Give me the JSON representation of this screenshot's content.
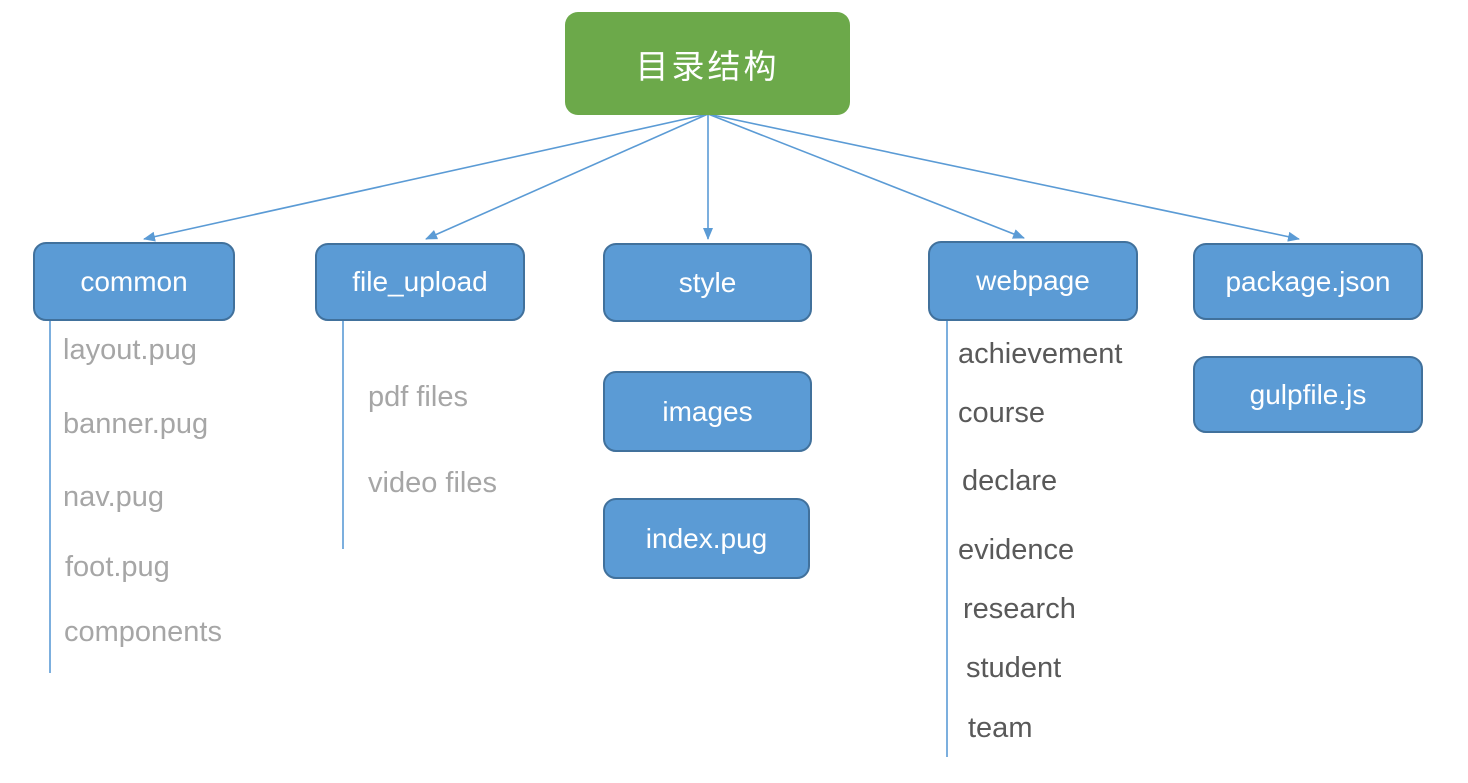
{
  "root": {
    "label": "目录结构"
  },
  "nodes": {
    "common": {
      "label": "common",
      "children": [
        "layout.pug",
        "banner.pug",
        "nav.pug",
        "foot.pug",
        "components"
      ]
    },
    "file_upload": {
      "label": "file_upload",
      "children": [
        "pdf files",
        "video files"
      ]
    },
    "style": {
      "label": "style",
      "children_boxes": [
        "images",
        "index.pug"
      ]
    },
    "webpage": {
      "label": "webpage",
      "children": [
        "achievement",
        "course",
        "declare",
        "evidence",
        "research",
        "student",
        "team"
      ]
    },
    "package_json": {
      "label": "package.json",
      "children_boxes": [
        "gulpfile.js"
      ]
    }
  },
  "colors": {
    "root_fill": "#6CA94A",
    "node_fill": "#5B9BD5",
    "node_border": "#41719C",
    "connector": "#5B9BD5",
    "node_text": "#FFFFFF",
    "muted_text": "#A6A6A6",
    "dark_text": "#595959",
    "background": "#FFFFFF"
  }
}
